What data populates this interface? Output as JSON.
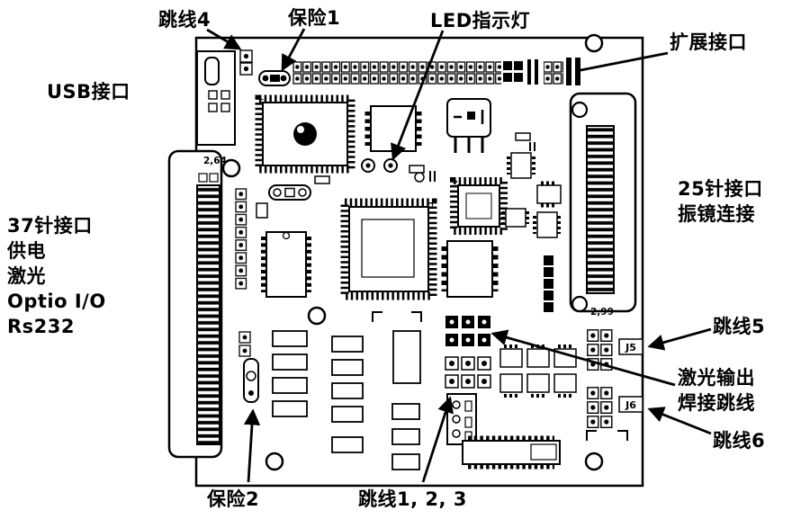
{
  "callouts": {
    "jumper4": {
      "label": "跳线4"
    },
    "fuse1": {
      "label": "保险1"
    },
    "led_indicator": {
      "label": "LED指示灯"
    },
    "expansion_port": {
      "label": "扩展接口"
    },
    "usb_port": {
      "label": "USB接口"
    },
    "connector37": {
      "lines": [
        "37针接口",
        "供电",
        "激光",
        "Optio I/O",
        "Rs232"
      ]
    },
    "connector25": {
      "lines": [
        "25针接口",
        "振镜连接"
      ]
    },
    "jumper5": {
      "label": "跳线5"
    },
    "laser_output_jumpers": {
      "lines": [
        "激光输出",
        "焊接跳线"
      ]
    },
    "jumper6": {
      "label": "跳线6"
    },
    "fuse2": {
      "label": "保险2"
    },
    "jumper123": {
      "label": "跳线1, 2, 3"
    }
  },
  "board_markings": {
    "j5": "J5",
    "j6": "J6",
    "dim_left": "2,64",
    "dim_right": "2,99"
  }
}
